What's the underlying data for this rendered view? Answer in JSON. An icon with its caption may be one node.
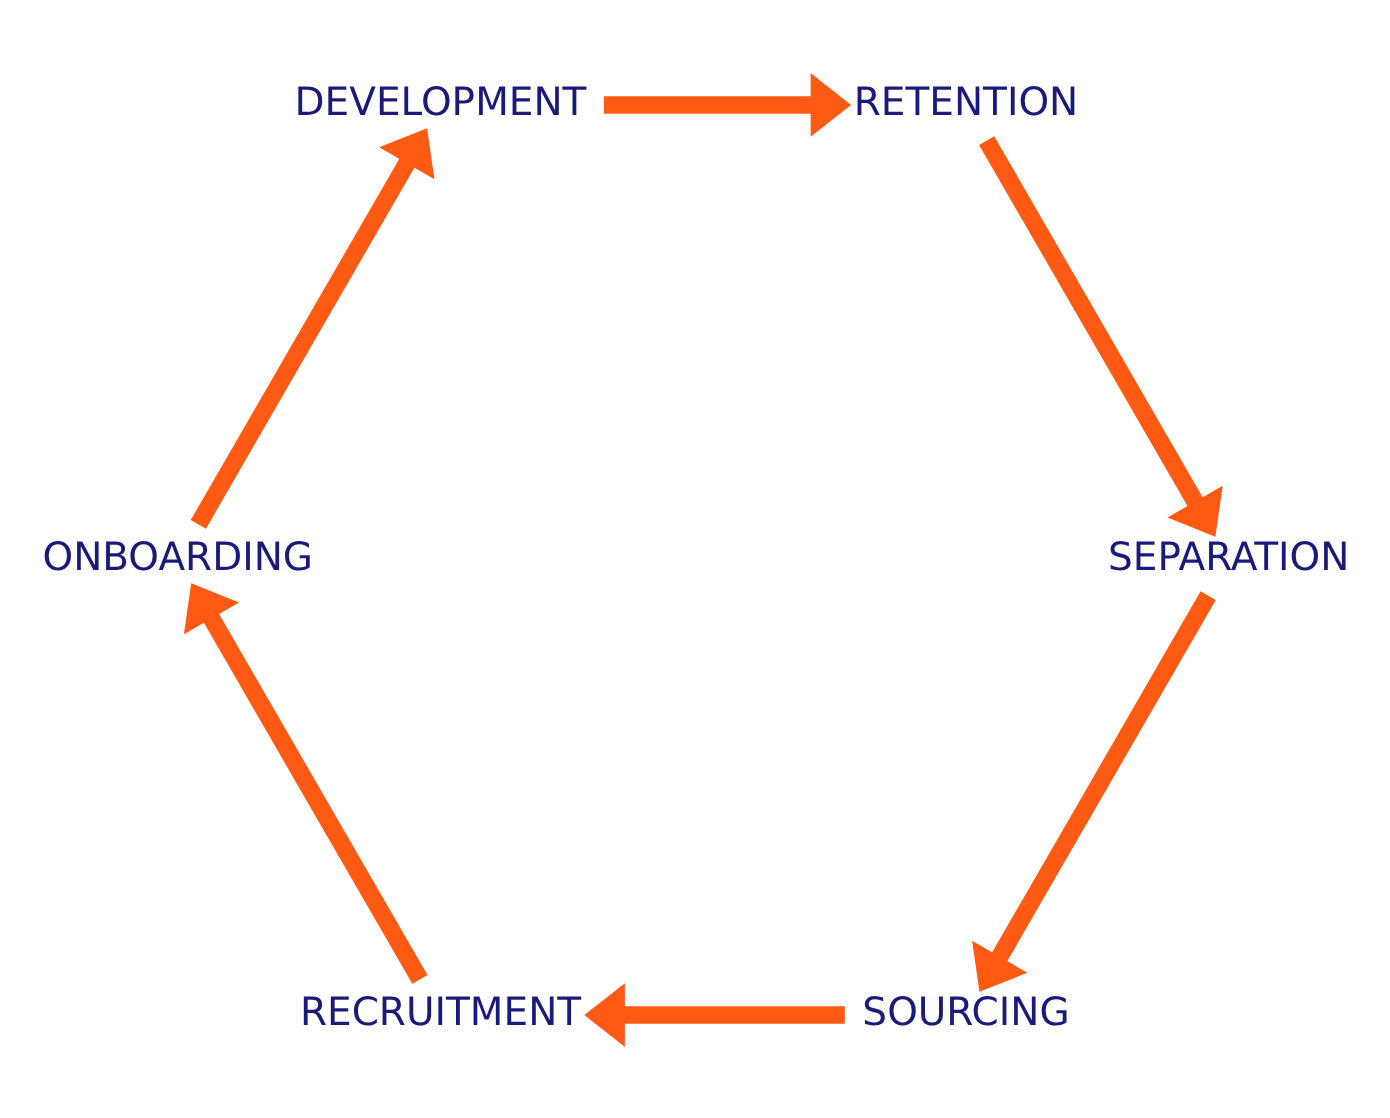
{
  "diagram": {
    "nodes": [
      {
        "text": [
          "SOURCING"
        ]
      },
      {
        "text": [
          "RECRUITMENT"
        ]
      },
      {
        "text": [
          "ONBOARDING"
        ]
      },
      {
        "text": [
          "DEVELOPMENT"
        ]
      },
      {
        "text": [
          "RETENTION"
        ]
      },
      {
        "text": [
          "SEPARATION"
        ]
      }
    ],
    "edges": [
      {
        "from": 0,
        "to": 1,
        "arrow": "to"
      },
      {
        "from": 1,
        "to": 2,
        "arrow": "to"
      },
      {
        "from": 2,
        "to": 3,
        "arrow": "to"
      },
      {
        "from": 3,
        "to": 4,
        "arrow": "to"
      },
      {
        "from": 4,
        "to": 5,
        "arrow": "to"
      },
      {
        "from": 5,
        "to": 0,
        "arrow": "to"
      }
    ]
  }
}
